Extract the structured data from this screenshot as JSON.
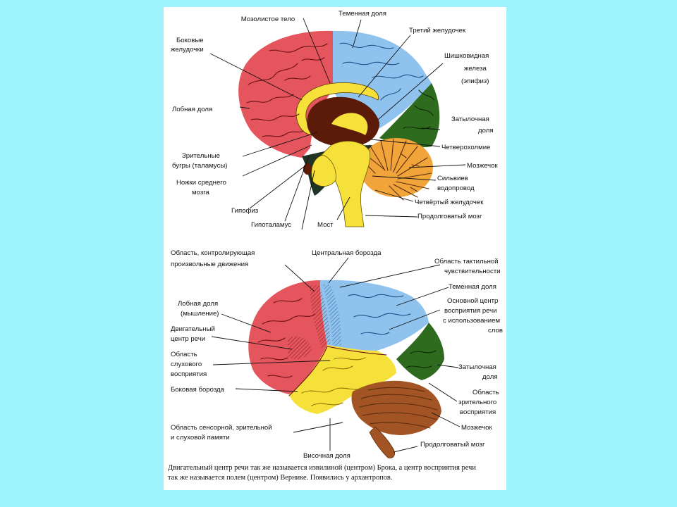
{
  "diagram": {
    "top_labels": {
      "corpus_callosum": "Мозолистое тело",
      "parietal_lobe": "Теменная доля",
      "lateral_ventricles_1": "Боковые",
      "lateral_ventricles_2": "желудочки",
      "third_ventricle": "Третий желудочек",
      "pineal_1": "Шишковидная",
      "pineal_2": "железа",
      "pineal_3": "(эпифиз)",
      "frontal_lobe": "Лобная доля",
      "occipital_1": "Затылочная",
      "occipital_2": "доля",
      "quadrigemina": "Четверохолмие",
      "thalamus_1": "Зрительные",
      "thalamus_2": "бугры (таламусы)",
      "cerebellum": "Мозжечок",
      "peduncles_1": "Ножки среднего",
      "peduncles_2": "мозга",
      "aqueduct_1": "Сильвиев",
      "aqueduct_2": "водопровод",
      "fourth_ventricle": "Четвёртый желудочек",
      "pituitary": "Гипофиз",
      "hypothalamus": "Гипоталамус",
      "pons": "Мост",
      "medulla": "Продолговатый мозг"
    },
    "bottom_labels": {
      "motor_area_1": "Область, контролирующая",
      "motor_area_2": "произвольные движения",
      "central_sulcus": "Центральная борозда",
      "tactile_1": "Область тактильной",
      "tactile_2": "чувствительности",
      "parietal_lobe": "Теменная доля",
      "speech_perception_1": "Основной центр",
      "speech_perception_2": "восприятия речи",
      "speech_perception_3": "с использованием",
      "speech_perception_4": "слов",
      "frontal_lobe_1": "Лобная доля",
      "frontal_lobe_2": "(мышление)",
      "motor_speech_1": "Двигательный",
      "motor_speech_2": "центр речи",
      "auditory_1": "Область",
      "auditory_2": "слухового",
      "auditory_3": "восприятия",
      "occipital_1": "Затылочная",
      "occipital_2": "доля",
      "lateral_sulcus": "Боковая борозда",
      "visual_1": "Область",
      "visual_2": "зрительного",
      "visual_3": "восприятия",
      "cerebellum": "Мозжечок",
      "memory_1": "Область сенсорной, зрительной",
      "memory_2": "и слуховой памяти",
      "medulla": "Продолговатый мозг",
      "temporal_lobe": "Височная доля"
    },
    "caption_line1": "Двигательный центр речи так же называется извилиной (центром) Брока, а центр восприятия речи",
    "caption_line2": "так же называется полем (центром) Вернике. Появились у архантропов.",
    "colors": {
      "background": "#9ef3fc",
      "frontal": "#e5555d",
      "parietal": "#8fc3ee",
      "occipital": "#2f6b1f",
      "temporal": "#f3e33c",
      "cerebellum": "#f1a43a",
      "cerebellum_lateral": "#a35424",
      "brainstem": "#f5e13a",
      "diencephalon": "#5c1a08",
      "midbrain_dark": "#1e3324"
    }
  }
}
